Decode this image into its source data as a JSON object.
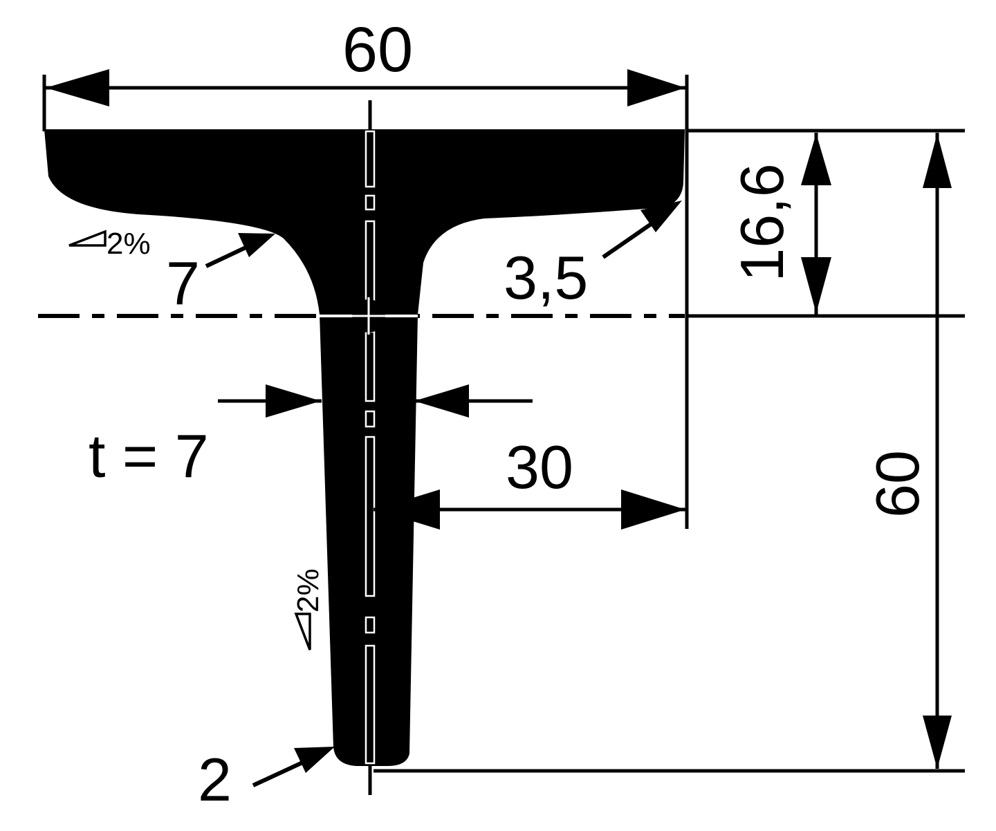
{
  "dimensions": {
    "top_width": "60",
    "flange_height": "16,6",
    "total_height": "60",
    "half_width": "30",
    "thickness": "t = 7",
    "root_radius": "7",
    "flange_tip_radius": "3,5",
    "web_tip_radius": "2"
  },
  "slopes": {
    "flange_slope": "2%",
    "web_slope": "2%"
  },
  "colors": {
    "ink": "#000000",
    "paper": "#ffffff"
  }
}
